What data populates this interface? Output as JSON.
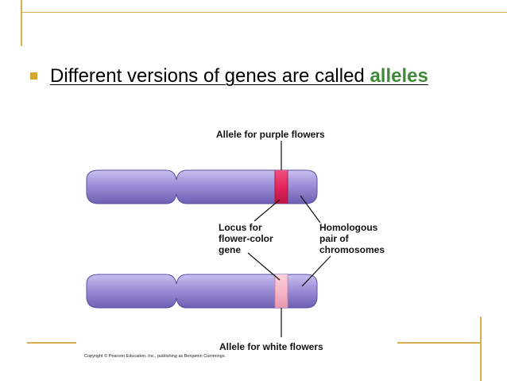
{
  "slide": {
    "bullet_text": "Different versions of genes are called ",
    "bullet_keyword": "alleles",
    "accent_color": "#3f8a3a",
    "frame_color": "#d6ae4f"
  },
  "diagram": {
    "labels": {
      "allele_purple": "Allele for purple flowers",
      "locus_line1": "Locus for",
      "locus_line2": "flower-color",
      "locus_line3": "gene",
      "homologous_line1": "Homologous",
      "homologous_line2": "pair of",
      "homologous_line3": "chromosomes",
      "allele_white": "Allele for white flowers"
    },
    "colors": {
      "chromosome": "#9d8fd6",
      "purple_allele": "#e3245c",
      "white_allele": "#f7b6c8"
    },
    "copyright": "Copyright © Pearson Education, Inc., publishing as Benjamin Cummings."
  }
}
